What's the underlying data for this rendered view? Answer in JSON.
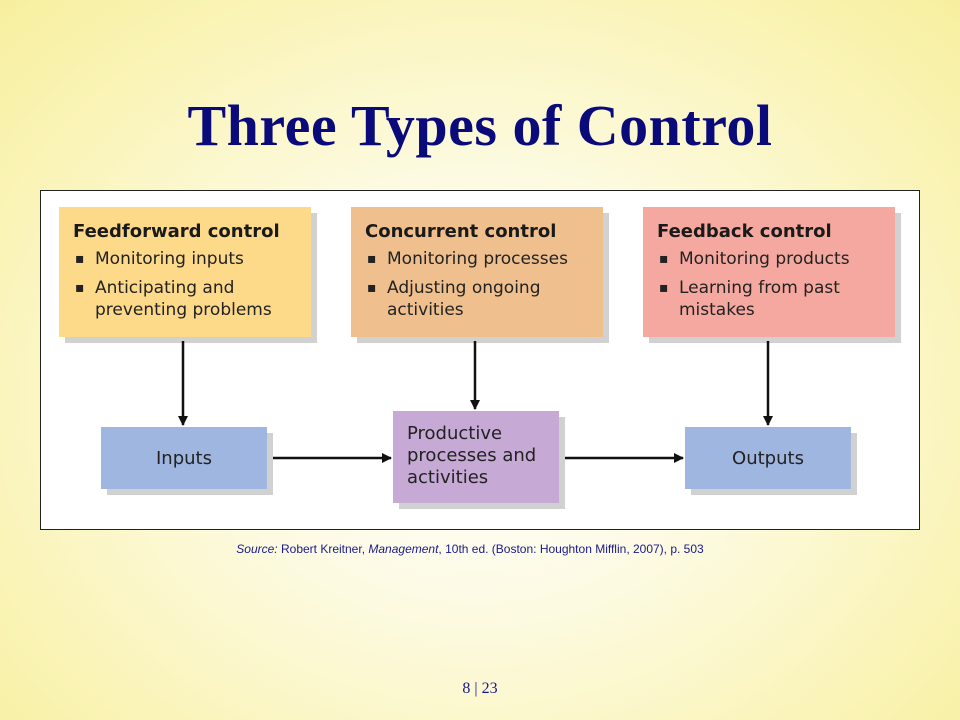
{
  "slide": {
    "title": "Three Types of Control",
    "page_current": "8",
    "page_separator": "|",
    "page_total": "23"
  },
  "diagram": {
    "feedforward": {
      "heading": "Feedforward control",
      "bullets": [
        "Monitoring inputs",
        "Anticipating and preventing problems"
      ],
      "color": "#fdd98a"
    },
    "concurrent": {
      "heading": "Concurrent control",
      "bullets": [
        "Monitoring processes",
        "Adjusting ongoing activities"
      ],
      "color": "#efc08e"
    },
    "feedback": {
      "heading": "Feedback control",
      "bullets": [
        "Monitoring products",
        "Learning from past mistakes"
      ],
      "color": "#f5a89f"
    },
    "inputs_label": "Inputs",
    "process_label": "Productive processes and activities",
    "outputs_label": "Outputs",
    "io_color": "#9fb6e0",
    "process_color": "#c7a9d6"
  },
  "source": {
    "label": "Source:",
    "author": "Robert Kreitner,",
    "book": "Management",
    "details": ", 10th ed. (Boston: Houghton Mifflin, 2007), p. 503"
  }
}
